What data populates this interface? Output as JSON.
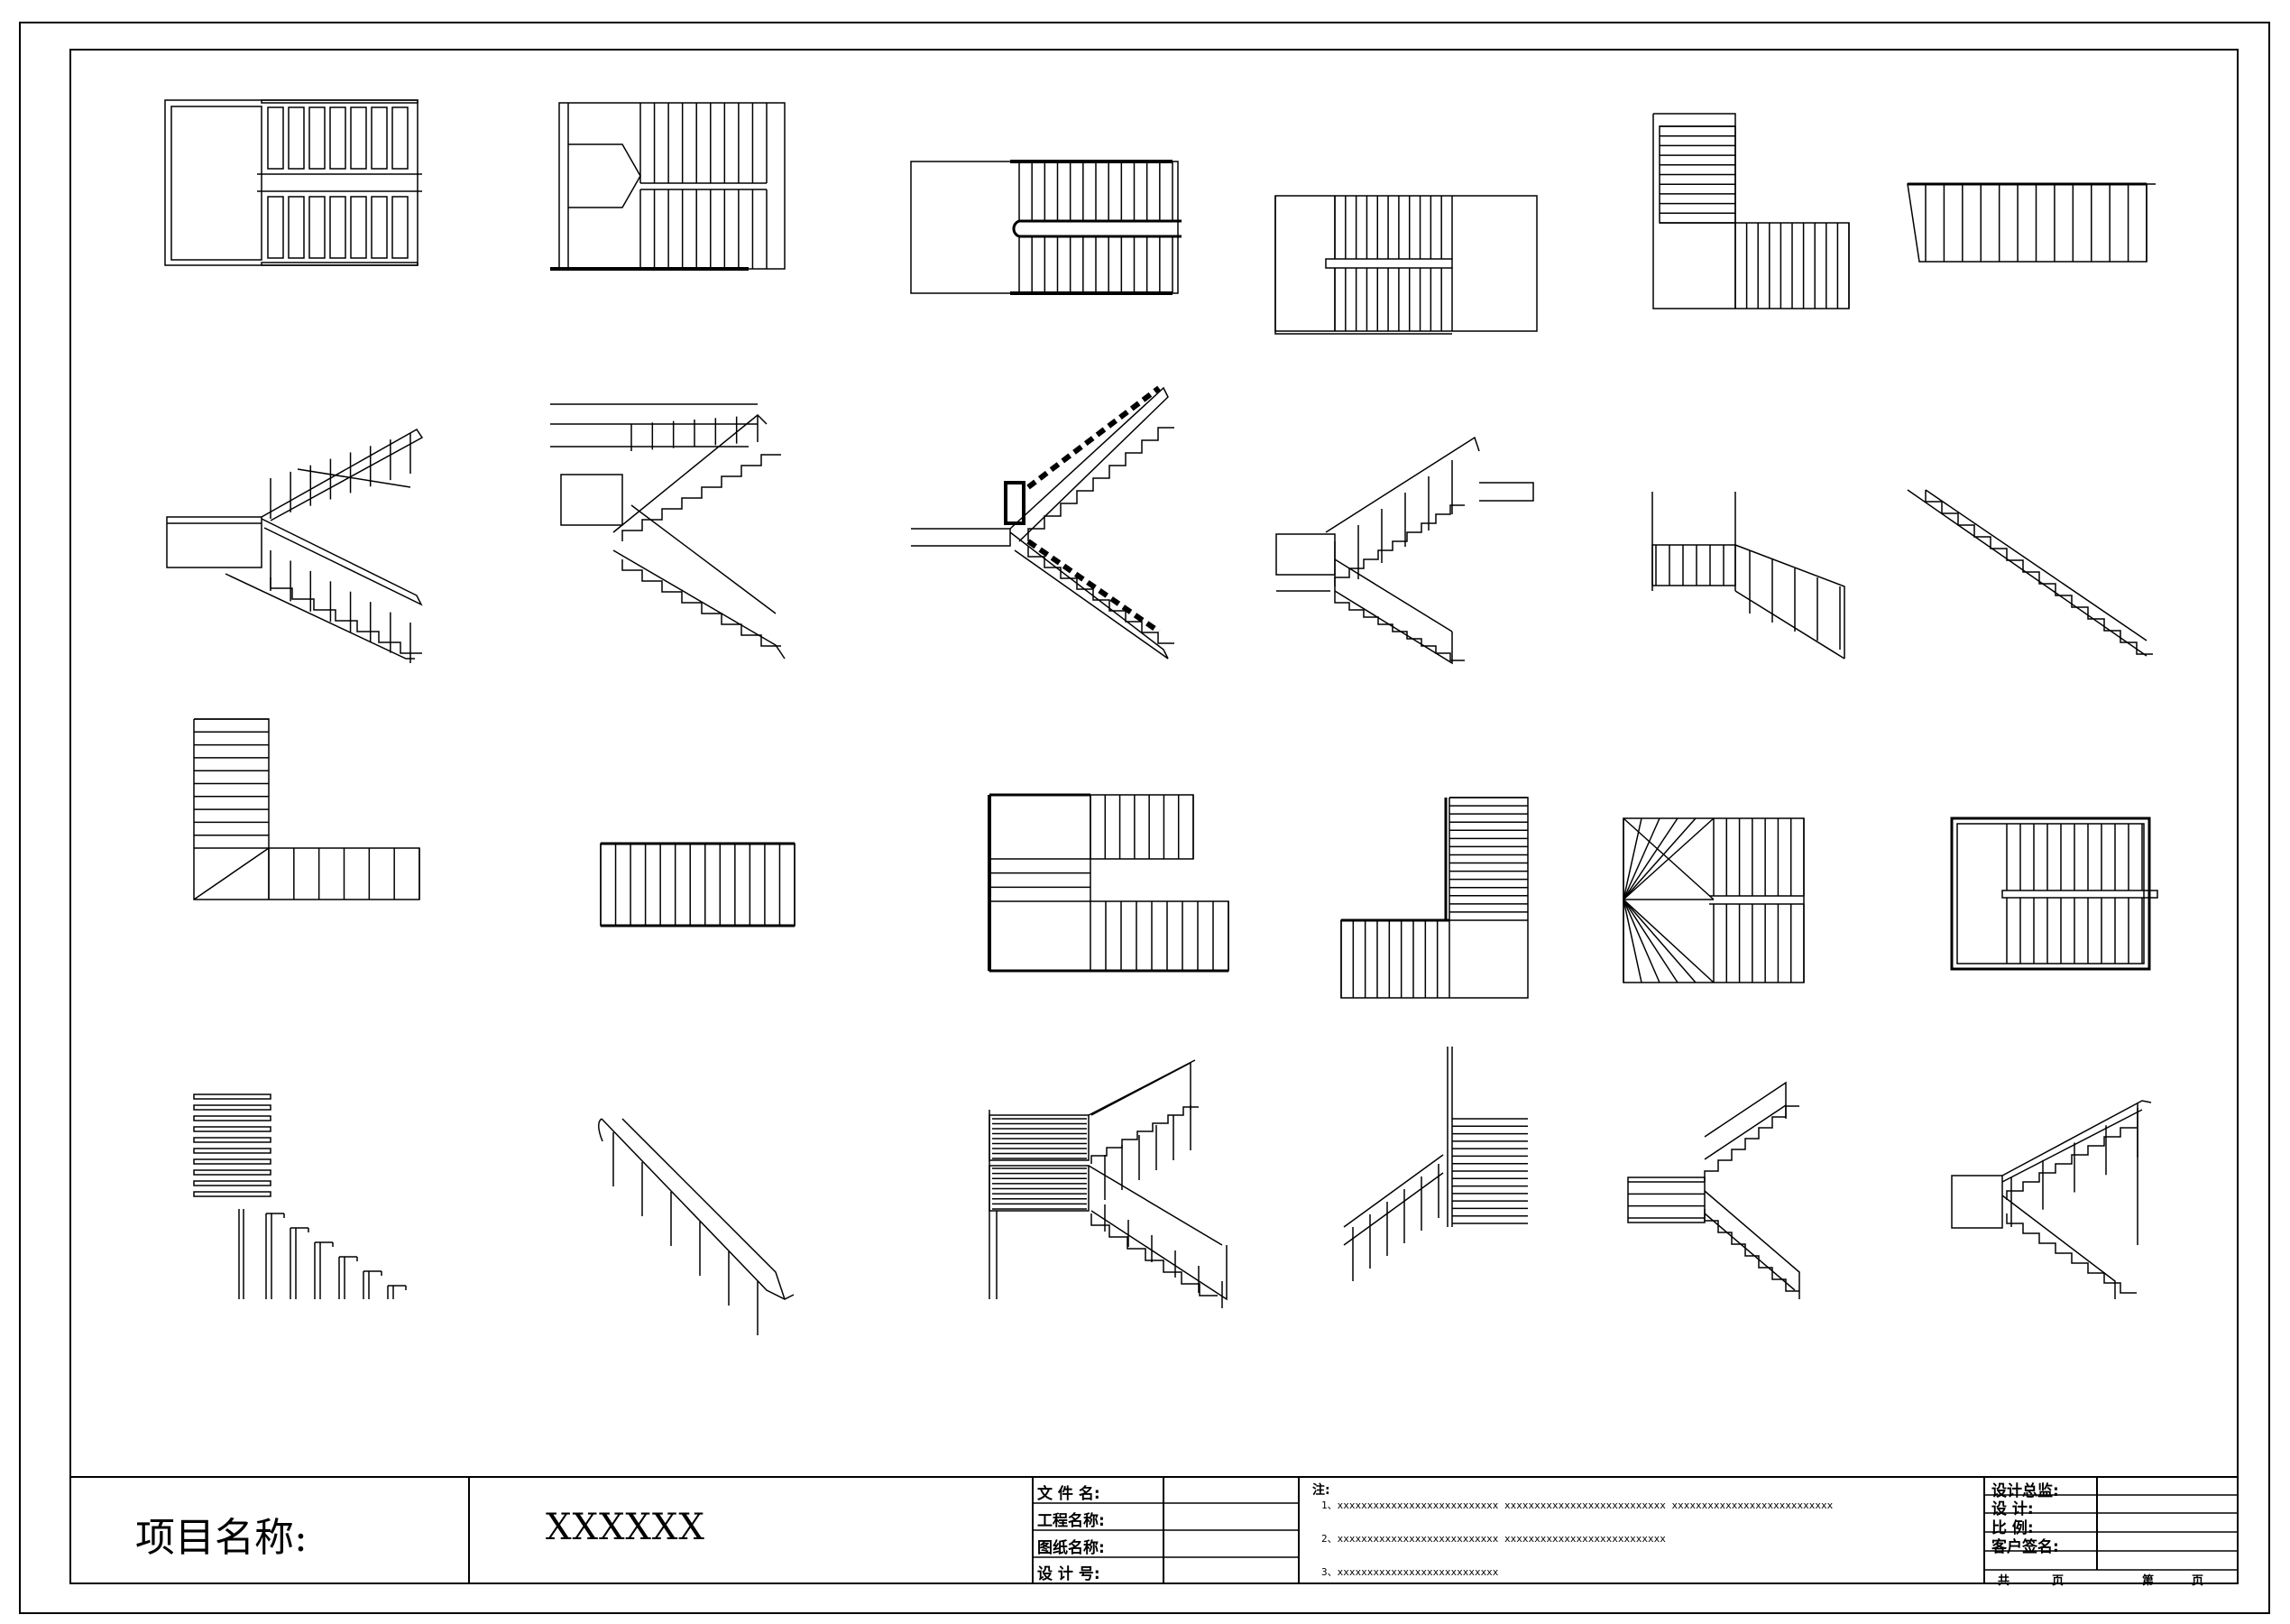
{
  "title_block": {
    "project_label": "项目名称:",
    "project_value": "XXXXXX",
    "fields": [
      "文 件 名:",
      "工程名称:",
      "图纸名称:",
      "设 计 号:"
    ],
    "notes_title": "注:",
    "notes": [
      "1、xxxxxxxxxxxxxxxxxxxxxxxxxxx   xxxxxxxxxxxxxxxxxxxxxxxxxxx   xxxxxxxxxxxxxxxxxxxxxxxxxxx",
      "2、xxxxxxxxxxxxxxxxxxxxxxxxxxx   xxxxxxxxxxxxxxxxxxxxxxxxxxx",
      "3、xxxxxxxxxxxxxxxxxxxxxxxxxxx"
    ],
    "right_fields": [
      "设计总监:",
      "设    计:",
      "比    例:",
      "客户签名:"
    ],
    "total_label": "共",
    "page_label": "页",
    "page_no_label": "第",
    "page_label_2": "页"
  }
}
